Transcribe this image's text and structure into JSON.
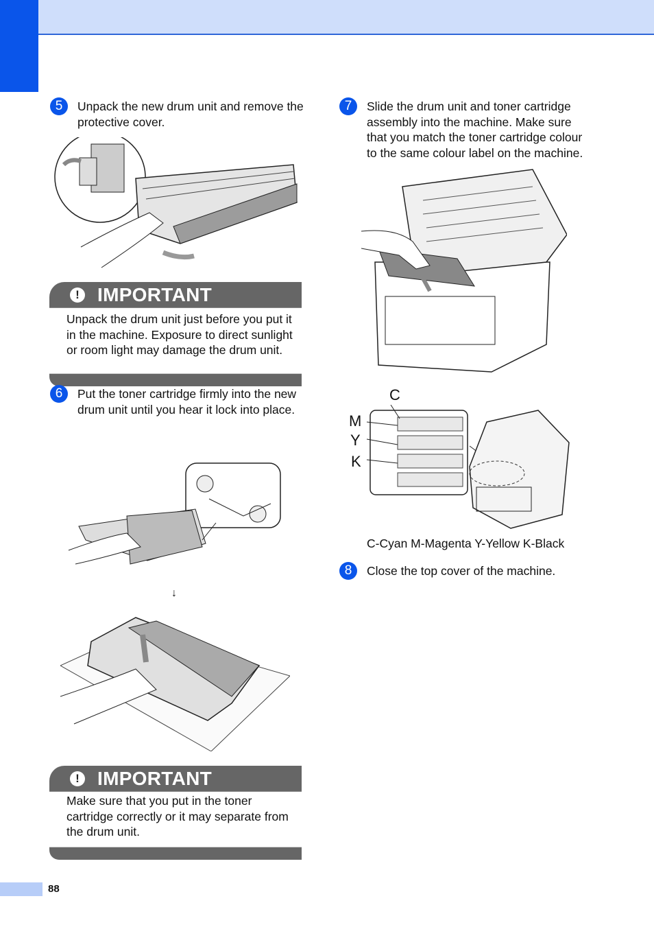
{
  "page": {
    "number": "88"
  },
  "steps": [
    {
      "badge": "5",
      "text": "Unpack the new drum unit and remove the protective cover."
    },
    {
      "badge": "6",
      "text": "Put the toner cartridge firmly into the new drum unit until you hear it lock into place."
    },
    {
      "badge": "7",
      "text": "Slide the drum unit and toner cartridge assembly into the machine. Make sure that you match the toner cartridge colour to the same colour label on the machine."
    },
    {
      "badge": "8",
      "text": "Close the top cover of the machine."
    }
  ],
  "important": [
    {
      "icon": "!",
      "title": "IMPORTANT",
      "body": "Unpack the drum unit just before you put it in the machine. Exposure to direct sunlight or room light may damage the drum unit."
    },
    {
      "icon": "!",
      "title": "IMPORTANT",
      "body": "Make sure that you put in the toner cartridge correctly or it may separate from the drum unit."
    }
  ],
  "figures": {
    "arrow": "↓",
    "color_labels": {
      "c": "C",
      "m": "M",
      "y": "Y",
      "k": "K"
    },
    "color_caption": "C-Cyan M-Magenta Y-Yellow K-Black"
  }
}
